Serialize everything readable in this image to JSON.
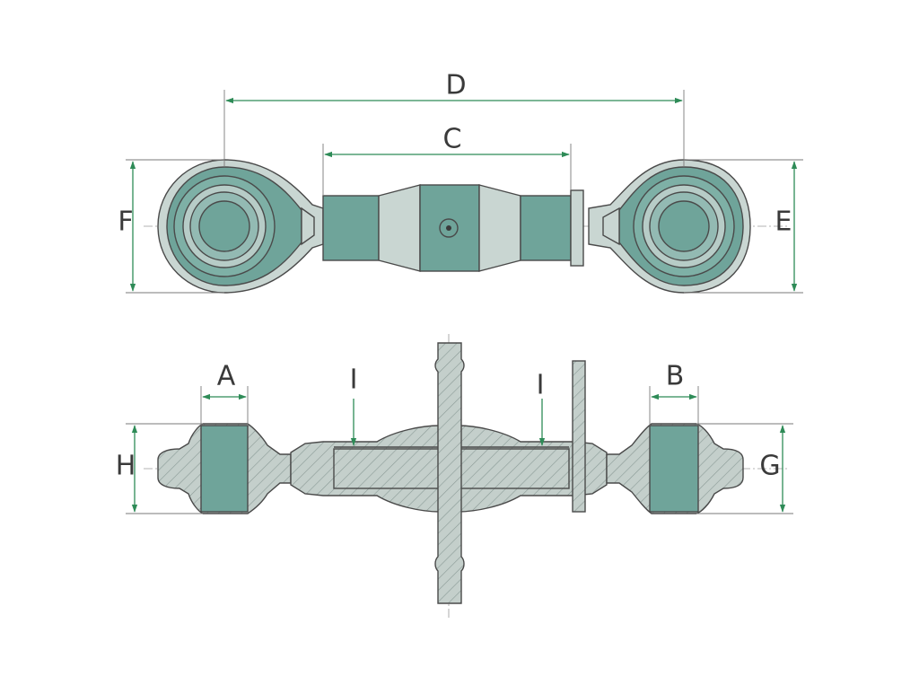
{
  "labels": {
    "A": "A",
    "B": "B",
    "C": "C",
    "D": "D",
    "E": "E",
    "F": "F",
    "G": "G",
    "H": "H",
    "I_left": "I",
    "I_right": "I"
  },
  "colors": {
    "dimension_line": "#2e8b57",
    "part_dark": "#6fa49a",
    "part_mid": "#9ec1bb",
    "part_light": "#c9d6d2",
    "hatch_fill": "#c4cfcb",
    "outline": "#4a4a4a"
  }
}
